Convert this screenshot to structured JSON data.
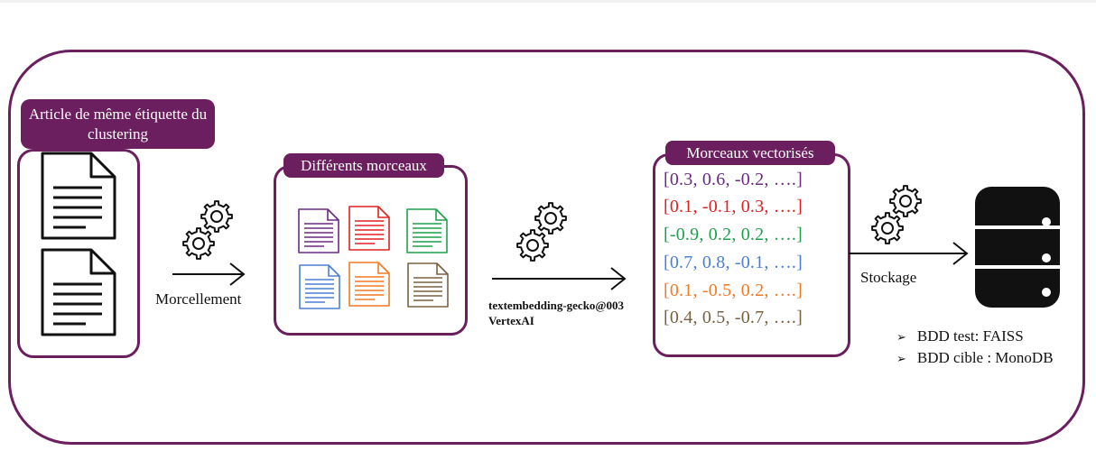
{
  "stages": {
    "article_label": "Article de même étiquette du clustering",
    "chunks_label": "Différents morceaux",
    "vectors_label": "Morceaux vectorisés"
  },
  "steps": {
    "chunking": "Morcellement",
    "model_line1": "textembedding-gecko@003",
    "model_line2": "VertexAI",
    "storage": "Stockage"
  },
  "vectors": [
    {
      "text": "[0.3, 0.6, -0.2, ….]",
      "color": "#6b2a82"
    },
    {
      "text": "[0.1, -0.1, 0.3, ….]",
      "color": "#e02020"
    },
    {
      "text": "[-0.9, 0.2, 0.2, ….]",
      "color": "#1fa14b"
    },
    {
      "text": "[0.7, 0.8, -0.1, ….]",
      "color": "#4a7fd4"
    },
    {
      "text": "[0.1, -0.5, 0.2, ….]",
      "color": "#f07a26"
    },
    {
      "text": "[0.4, 0.5, -0.7, ….]",
      "color": "#7a6040"
    }
  ],
  "chunk_colors": [
    "#6b2a82",
    "#e02020",
    "#1fa14b",
    "#4a7fd4",
    "#f07a26",
    "#7a6040"
  ],
  "databases": {
    "items": [
      "BDD test: FAISS",
      "BDD cible : MonoDB"
    ]
  },
  "icons": {
    "document": "document-icon",
    "gear": "gears-icon",
    "database": "database-icon",
    "arrow": "arrow-right-icon",
    "bullet": "arrowhead-bullet-icon"
  },
  "theme": {
    "accent": "#6b1f5f"
  }
}
